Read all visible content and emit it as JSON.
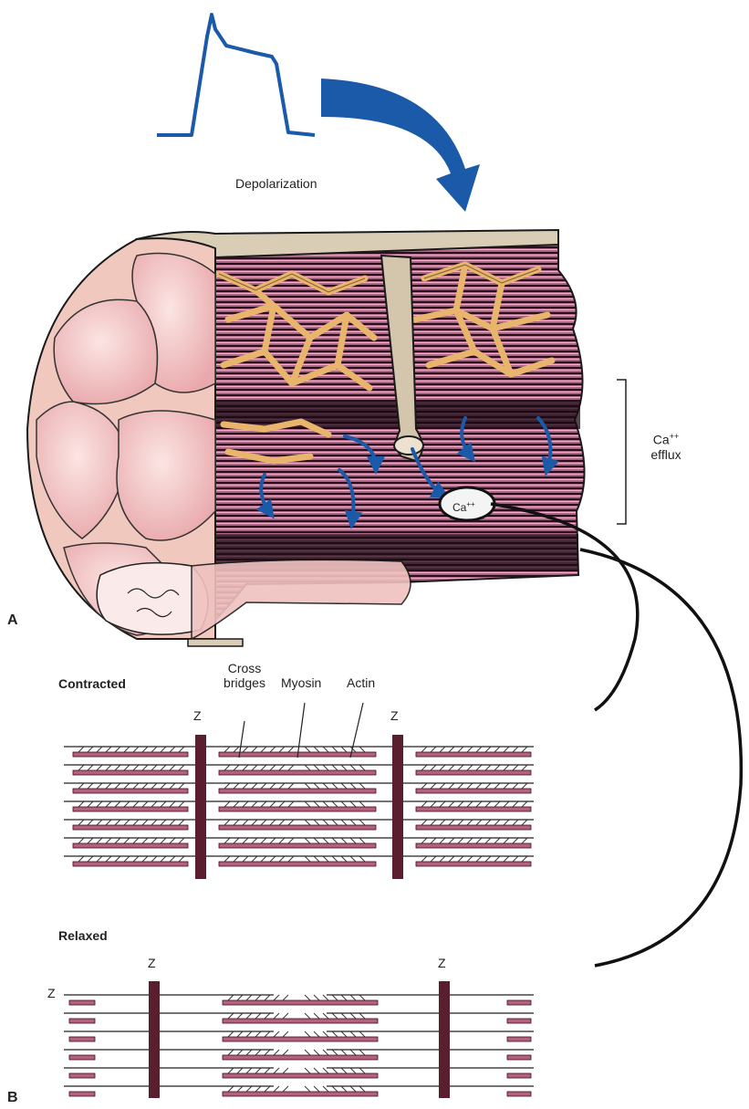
{
  "panel_a": {
    "panel_label": "A",
    "depolarization_label": "Depolarization",
    "ca_efflux_symbol": "Ca",
    "ca_efflux_sup": "++",
    "ca_efflux_word": "efflux",
    "ca_in_fiber_symbol": "Ca",
    "ca_in_fiber_sup": "++"
  },
  "panel_b": {
    "panel_label": "B",
    "contracted_title": "Contracted",
    "relaxed_title": "Relaxed",
    "cross_bridges_label_1": "Cross",
    "cross_bridges_label_2": "bridges",
    "myosin_label": "Myosin",
    "actin_label": "Actin",
    "z_label": "Z"
  },
  "colors": {
    "arrow_blue": "#1a5aa8",
    "sarcoplasmic_reticulum": "#e9b56c",
    "myofibril_pink": "#b8728c",
    "fiber_outline": "#1a1a1a",
    "cell_pink": "#f2c2c2",
    "membrane_tan": "#d9cdb6",
    "myosin_pink": "#b3627c",
    "z_line": "#5a1f2e"
  }
}
